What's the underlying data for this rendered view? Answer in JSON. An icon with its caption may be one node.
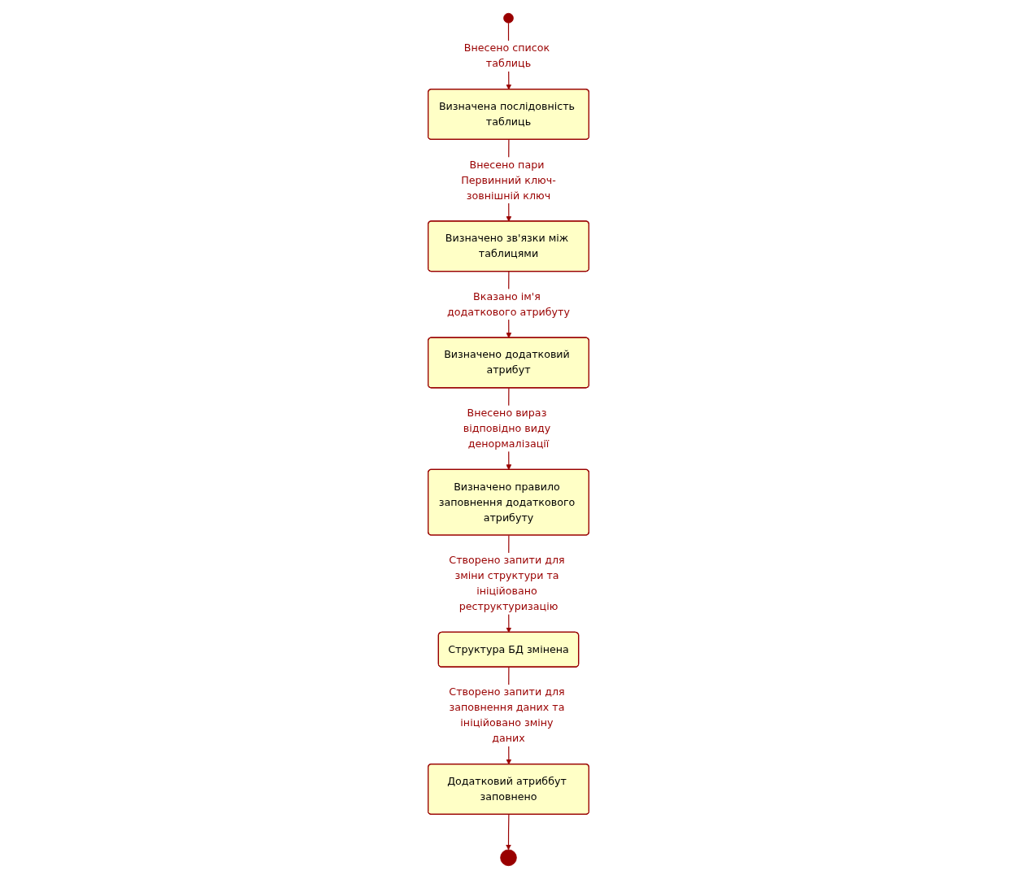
{
  "diagram": {
    "nodes": [
      {
        "text": [],
        "shape": "circle"
      },
      {
        "text": [
          "Визначена послідовність таблиць"
        ]
      },
      {
        "text": [
          "Визначено зв'язки між таблицями"
        ]
      },
      {
        "text": [
          "Визначено додатковий атрибут"
        ]
      },
      {
        "text": [
          "Визначено правило заповнення додаткового атрибуту"
        ]
      },
      {
        "text": [
          "Структура БД змінена"
        ]
      },
      {
        "text": [
          "Додатковий атриббут заповнено"
        ]
      },
      {
        "text": [],
        "shape": "circle"
      }
    ],
    "edges": [
      {
        "from": 0,
        "to": 1,
        "arrow": "to",
        "label": "Внесено список таблиць"
      },
      {
        "from": 1,
        "to": 2,
        "arrow": "to",
        "label": "Внесено пари Первинний ключ-зовнішній ключ"
      },
      {
        "from": 2,
        "to": 3,
        "arrow": "to",
        "label": "Вказано ім'я додаткового атрибуту"
      },
      {
        "from": 3,
        "to": 4,
        "arrow": "to",
        "label": "Внесено вираз відповідно виду денормалізації"
      },
      {
        "from": 4,
        "to": 5,
        "arrow": "to",
        "label": "Створено запити для зміни структури та ініційовано реструктуризацію"
      },
      {
        "from": 5,
        "to": 6,
        "arrow": "to",
        "label": "Створено запити для заповнення даних та ініційовано зміну даних"
      },
      {
        "from": 6,
        "to": 7,
        "arrow": "to"
      }
    ]
  }
}
